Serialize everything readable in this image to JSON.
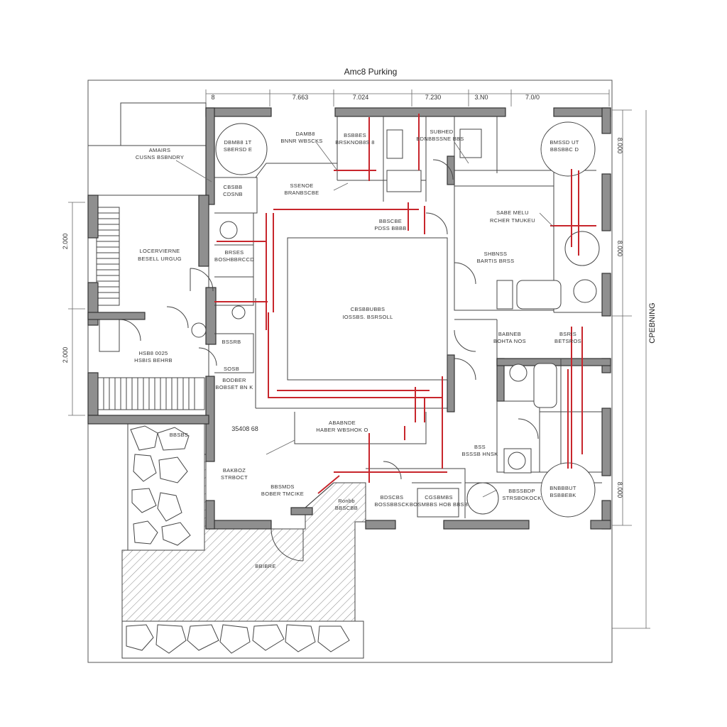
{
  "title": "Amc8 Purking",
  "side_label": "CPEBNING",
  "dimensions": {
    "top": [
      "8",
      "7.663",
      "7.024",
      "7.230",
      "3.N0",
      "7.0/0"
    ],
    "left_upper": "2.000",
    "left_lower": "2.000",
    "right": [
      "8.000",
      "8.000",
      "8.000"
    ],
    "mid": "35408 68"
  },
  "rooms": [
    {
      "id": "r1",
      "line1": "DBMB8 1T",
      "line2": "SBERSD E"
    },
    {
      "id": "r2",
      "line1": "DAMB8",
      "line2": "BNNR WBSCKS"
    },
    {
      "id": "r3",
      "line1": "SSENOE",
      "line2": "BRANBSCBE"
    },
    {
      "id": "r4",
      "line1": "BSBBES",
      "line2": "BRSKNOB8S 8"
    },
    {
      "id": "r5",
      "line1": "BMSSD UT",
      "line2": "BBSBBC D"
    },
    {
      "id": "r6",
      "line1": "AMAIRS",
      "line2": "CUSNS BSBNDRY"
    },
    {
      "id": "r7",
      "line1": "SUBHED",
      "line2": "BDNBBSSNE BBS"
    },
    {
      "id": "r8",
      "line1": "CBSBB",
      "line2": "CDSNB"
    },
    {
      "id": "r9",
      "line1": "BBSCBE",
      "line2": "PDSS BBBB"
    },
    {
      "id": "r10",
      "line1": "SABE MELU",
      "line2": "RCHER TMUKEU"
    },
    {
      "id": "r11",
      "line1": "LOCERVIERNE",
      "line2": "BESELL URGUG"
    },
    {
      "id": "r12",
      "line1": "BRSES",
      "line2": "BOSHBBRCCD"
    },
    {
      "id": "r13",
      "line1": "SHBNSS",
      "line2": "BARTIS BRSS"
    },
    {
      "id": "r14",
      "line1": "CBSBBUBBS",
      "line2": "IOSSBS. BSRSOLL"
    },
    {
      "id": "r15",
      "line1": "BABNEB",
      "line2": "BOHTA NOS"
    },
    {
      "id": "r16",
      "line1": "BSRIS",
      "line2": "BETSROS"
    },
    {
      "id": "r17",
      "line1": "HSB8 0025",
      "line2": "HSBIS BEHRB"
    },
    {
      "id": "r18",
      "line1": "BSSRB",
      "line2": "SOSB"
    },
    {
      "id": "r19",
      "line1": "BODBER",
      "line2": "BOBSET BN K"
    },
    {
      "id": "r20",
      "line1": "ABABNDE",
      "line2": "HABER WBSHOK O"
    },
    {
      "id": "r21",
      "line1": "BSS",
      "line2": "BSSSB HNSK"
    },
    {
      "id": "r22",
      "line1": "BAKBOZ",
      "line2": "STRBOCT"
    },
    {
      "id": "r23",
      "line1": "BBSMDS",
      "line2": "BOBER TMCIKE"
    },
    {
      "id": "r24",
      "line1": "BBSSBDP",
      "line2": "STRSBOKOCK"
    },
    {
      "id": "r25",
      "line1": "BNBBBUT",
      "line2": "BSBBEBK"
    },
    {
      "id": "r26",
      "line1": "Ronbb",
      "line2": "BBSCBB"
    },
    {
      "id": "r27",
      "line1": "BDSCBS",
      "line2": "BOSSBBSCK"
    },
    {
      "id": "r28",
      "line1": "CGSBMBS",
      "line2": "BOSMBBS HOB BBSB"
    },
    {
      "id": "r29",
      "line1": "BBIBRE",
      "line2": ""
    },
    {
      "id": "r30",
      "line1": "BBSBS",
      "line2": ""
    }
  ],
  "colors": {
    "pipe": "#c8262c",
    "wall": "#8f8f8f",
    "line": "#444444"
  }
}
